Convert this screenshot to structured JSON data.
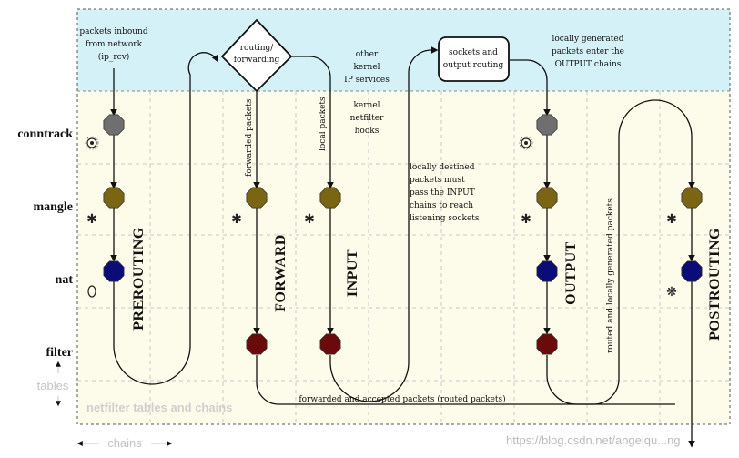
{
  "tables": {
    "conntrack": "conntrack",
    "mangle": "mangle",
    "nat": "nat",
    "filter": "filter"
  },
  "chains": {
    "prerouting": "PREROUTING",
    "forward": "FORWARD",
    "input": "INPUT",
    "output": "OUTPUT",
    "postrouting": "POSTROUTING"
  },
  "notes": {
    "inbound": [
      "packets inbound",
      "from network",
      "(ip_rcv)"
    ],
    "routing": [
      "routing/",
      "forwarding"
    ],
    "kernel_services": [
      "other",
      "kernel",
      "IP services"
    ],
    "sockets": [
      "sockets and",
      "output routing"
    ],
    "locally_generated": [
      "locally generated",
      "packets enter the",
      "OUTPUT chains"
    ],
    "hooks": [
      "kernel",
      "netfilter",
      "hooks"
    ],
    "forwarded_packets": "forwarded packets",
    "local_packets": "local packets",
    "locally_destined": [
      "locally destined",
      "packets must",
      "pass the INPUT",
      "chains to reach",
      "listening sockets"
    ],
    "routed_locally": "routed and locally generated packets",
    "forwarded_accepted": "forwarded and accepted packets (routed packets)"
  },
  "legend": {
    "tables_label": "tables",
    "tables_title": "netfilter tables and chains",
    "chains_label": "chains"
  },
  "watermark": "https://blog.csdn.net/angelqu...ng",
  "colors": {
    "kernel_band": "#d4f1f7",
    "netfilter_band": "#fdfcea",
    "conntrack_hook": "#6f6f6f",
    "mangle_hook": "#7a6512",
    "nat_hook": "#0c0c78",
    "filter_hook": "#6a0a0a"
  }
}
